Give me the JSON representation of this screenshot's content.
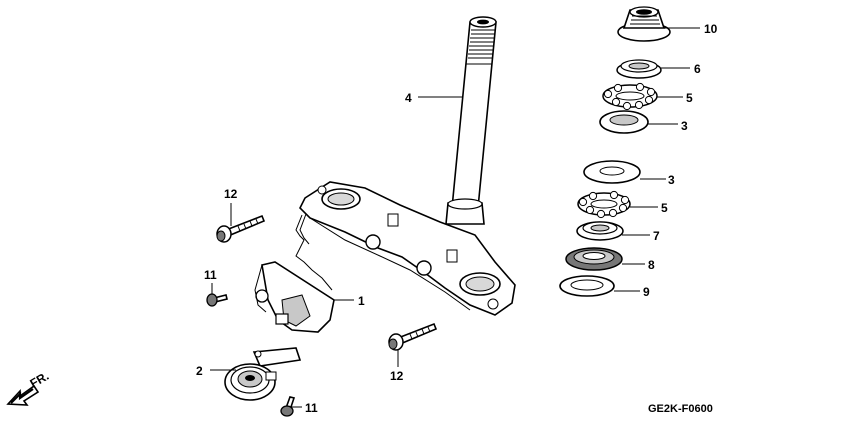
{
  "callouts": {
    "p10": "10",
    "p6": "6",
    "p5a": "5",
    "p3a": "3",
    "p3b": "3",
    "p5b": "5",
    "p7": "7",
    "p8": "8",
    "p9": "9",
    "p4": "4",
    "p1": "1",
    "p2": "2",
    "p11a": "11",
    "p11b": "11",
    "p12a": "12",
    "p12b": "12"
  },
  "front_marker": "FR.",
  "diagram_code": "GE2K-F0600"
}
